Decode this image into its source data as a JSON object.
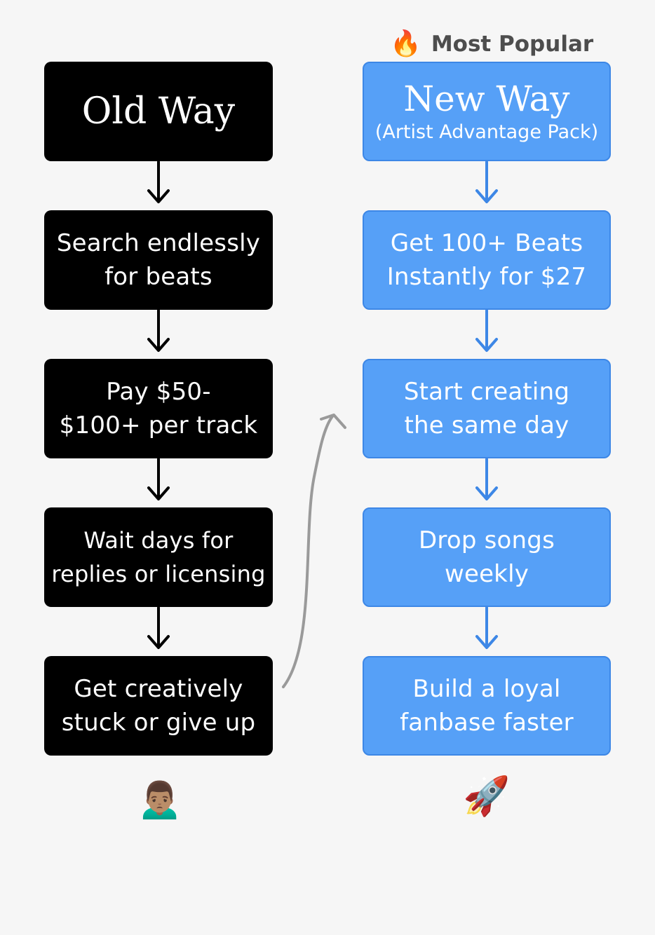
{
  "badge": {
    "icon": "fire-icon",
    "label": "Most Popular"
  },
  "old_way": {
    "title": "Old Way",
    "steps": [
      "Search endlessly\nfor beats",
      "Pay $50-\n$100+ per track",
      "Wait days for\nreplies or licensing",
      "Get creatively\nstuck or give up"
    ],
    "outcome_emoji": "🙍🏽‍♂️",
    "outcome_icon": "frowning-person-icon",
    "box_color": "#000000"
  },
  "new_way": {
    "title": "New Way",
    "subtitle": "(Artist Advantage Pack)",
    "steps": [
      "Get 100+ Beats\nInstantly for $27",
      "Start creating\nthe same day",
      "Drop songs\nweekly",
      "Build a loyal\nfanbase faster"
    ],
    "outcome_emoji": "🚀",
    "outcome_icon": "rocket-icon",
    "box_color": "#56a0f7",
    "arrow_color": "#3d87e6"
  },
  "fire_emoji": "🔥"
}
